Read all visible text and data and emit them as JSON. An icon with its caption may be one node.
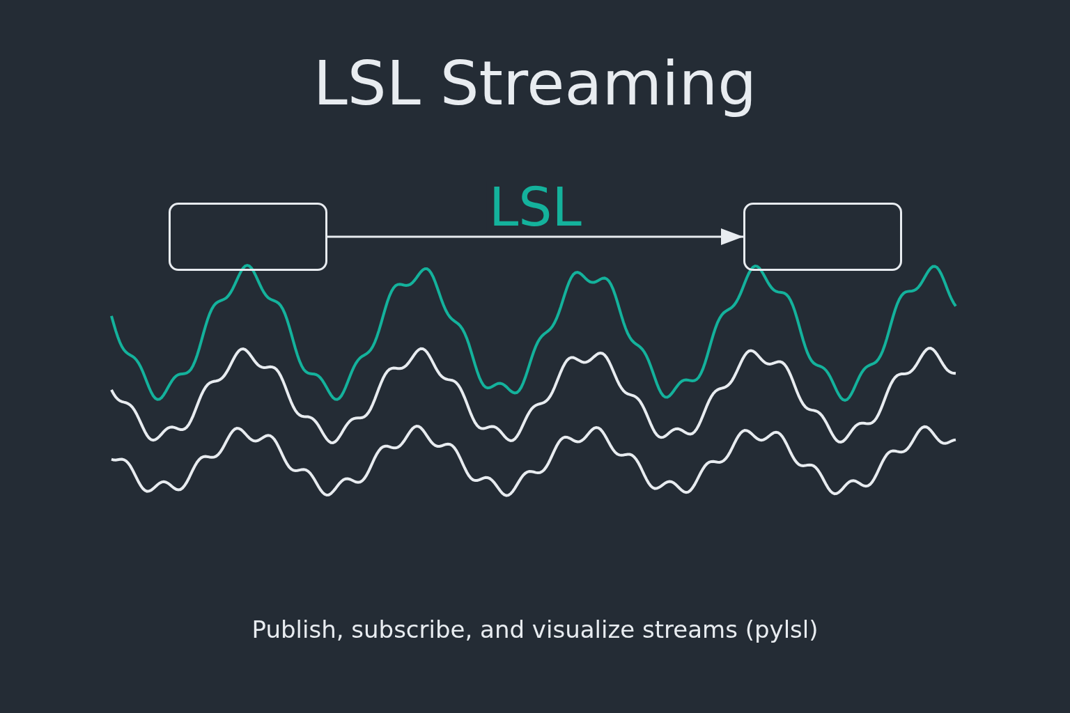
{
  "diagram": {
    "title": "LSL Streaming",
    "caption": "Publish, subscribe, and visualize streams (pylsl)",
    "nodes": [
      {
        "text": [],
        "shape": "box"
      },
      {
        "text": [],
        "shape": "box"
      }
    ],
    "edges": [
      {
        "from": 0,
        "to": 1,
        "arrow": "to",
        "label": "LSL"
      }
    ]
  }
}
